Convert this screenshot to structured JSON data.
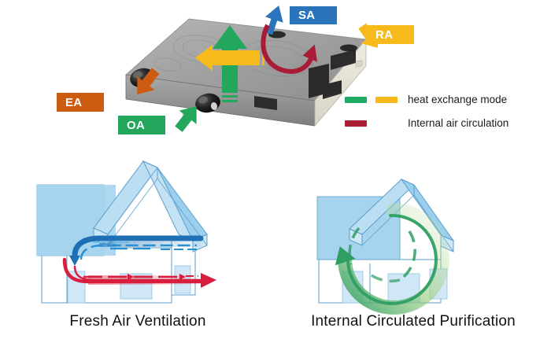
{
  "figure": {
    "background": "#ffffff"
  },
  "top": {
    "callouts": [
      {
        "id": "sa",
        "label": "SA",
        "color": "#2b74bb",
        "meaning": "supply air",
        "arrow_color": "#2b74bb"
      },
      {
        "id": "ra",
        "label": "RA",
        "color": "#f6bb1a",
        "meaning": "return air",
        "arrow_color": "#f6bb1a"
      },
      {
        "id": "ea",
        "label": "EA",
        "color": "#cc5c11",
        "meaning": "exhaust air",
        "arrow_color": "#cc5c11"
      },
      {
        "id": "oa",
        "label": "OA",
        "color": "#22a75d",
        "meaning": "outdoor air",
        "arrow_color": "#22a75d"
      }
    ],
    "unit": {
      "name": "heat-recovery-ventilator-unit",
      "top_color": "#9d9d9d",
      "side_color": "#e8e5da",
      "front_color": "#bdbdbd",
      "port_color": "#1a1a1a"
    },
    "flow_arrows": [
      {
        "name": "green-up-arrow",
        "color": "#22a75d"
      },
      {
        "name": "yellow-left-arrow",
        "color": "#f6bb1a"
      },
      {
        "name": "red-curved-arrow",
        "color": "#a81c36"
      }
    ]
  },
  "legend": {
    "rows": [
      {
        "label": "heat exchange mode",
        "swatches": [
          "#1faa63",
          "#f6bb1a"
        ]
      },
      {
        "label": "Internal air circulation",
        "swatches": [
          "#a81c36"
        ]
      }
    ]
  },
  "bottom": {
    "panels": [
      {
        "id": "fresh-air-ventilation",
        "caption": "Fresh Air Ventilation",
        "house_fill": "#a6d4ee",
        "house_stroke": "#5a9fce",
        "flows": [
          {
            "name": "supply-air-flow",
            "color": "#1f6fb4"
          },
          {
            "name": "exhaust-air-flow",
            "color": "#d81e3c"
          }
        ]
      },
      {
        "id": "internal-circulated-purification",
        "caption": "Internal Circulated Purification",
        "house_fill": "#a6d4ee",
        "house_stroke": "#5a9fce",
        "flows": [
          {
            "name": "circulation-loop",
            "color": "#2f9e63"
          }
        ]
      }
    ]
  }
}
